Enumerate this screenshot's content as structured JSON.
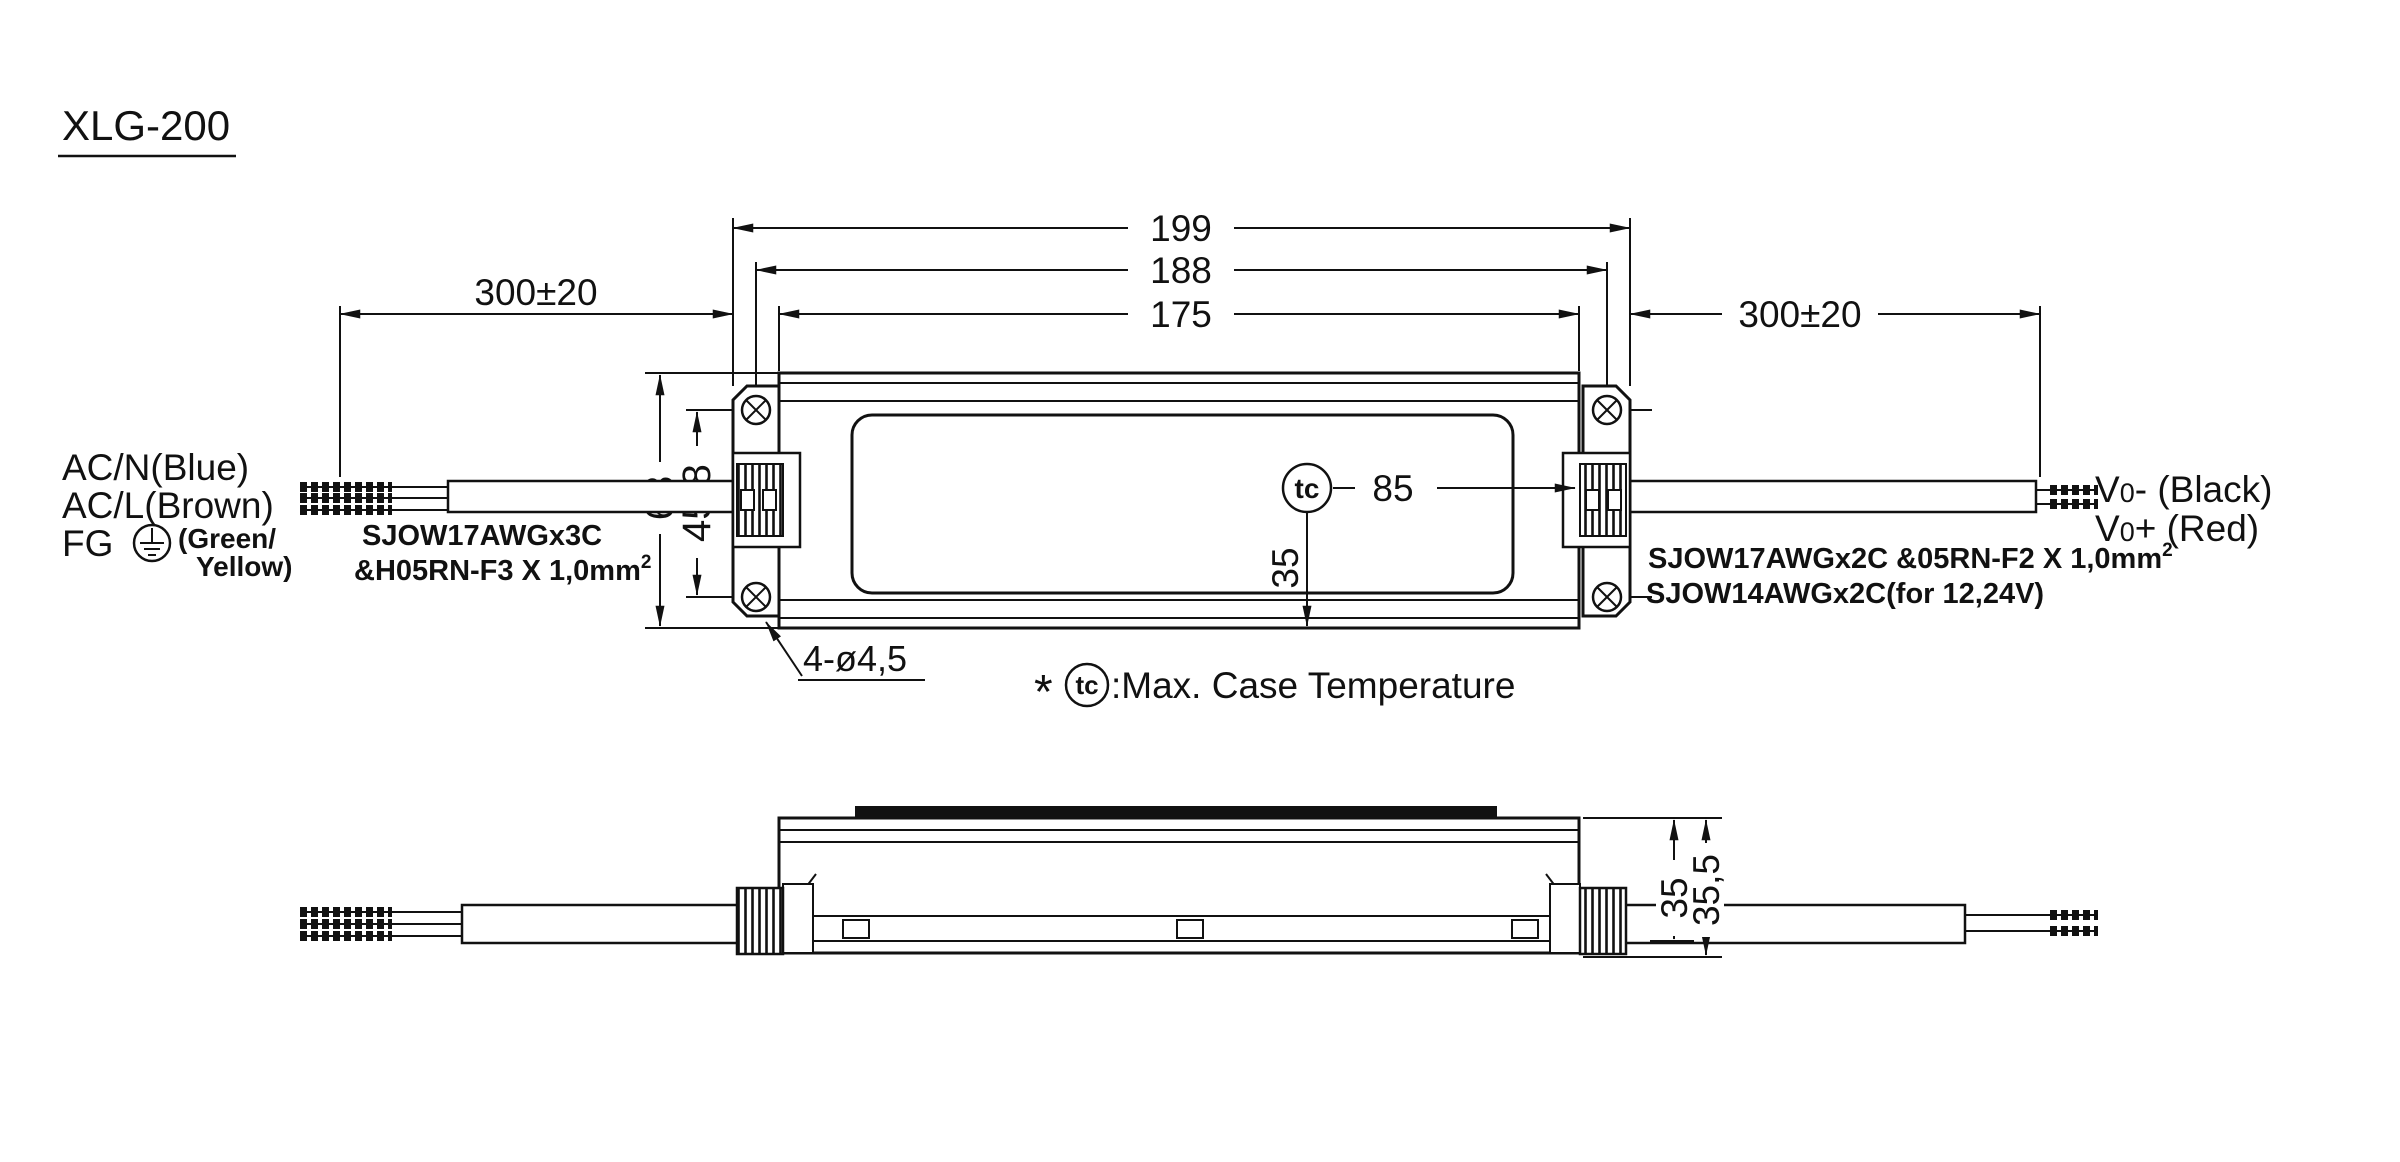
{
  "title": "XLG-200",
  "colors": {
    "line": "#111111",
    "bg": "#ffffff"
  },
  "top_view": {
    "dim_overall": "199",
    "dim_hole_pitch": "188",
    "dim_body": "175",
    "dim_cable_left": "300±20",
    "dim_cable_right": "300±20",
    "dim_height": "63",
    "dim_hole_spacing": "45,8",
    "dim_tc_x": "85",
    "dim_tc_y": "35",
    "dim_mounting_holes": "4-ø4,5",
    "tc_symbol": "tc",
    "input_labels": {
      "neutral": "AC/N(Blue)",
      "line": "AC/L(Brown)",
      "ground": "FG",
      "ground_color_1": "(Green/",
      "ground_color_2": "Yellow)"
    },
    "input_cable_spec": {
      "line1": "SJOW17AWGx3C",
      "line2": "&H05RN-F3 X 1,0mm",
      "line2_sup": "2"
    },
    "output_labels": {
      "vminus_v": "V",
      "vminus_sub": "0",
      "vminus_rest": "- (Black)",
      "vplus_v": "V",
      "vplus_sub": "0",
      "vplus_rest": "+ (Red)"
    },
    "output_cable_spec": {
      "line1": "SJOW17AWGx2C &05RN-F2  X 1,0mm",
      "line1_sup": "2",
      "line2": "SJOW14AWGx2C(for 12,24V)"
    },
    "note": {
      "star": "*",
      "tc": "tc",
      "text": ":Max. Case Temperature"
    }
  },
  "side_view": {
    "dim_inner_height": "35",
    "dim_overall_height": "35,5"
  }
}
